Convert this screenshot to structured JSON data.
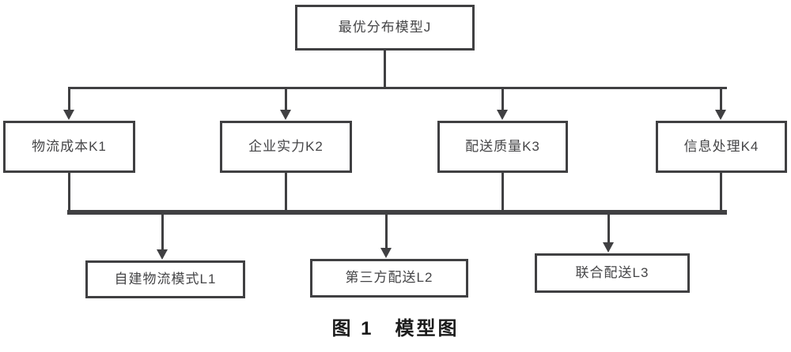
{
  "diagram": {
    "root": {
      "id": "J",
      "label": "最优分布模型J"
    },
    "level2": [
      {
        "id": "K1",
        "label": "物流成本K1"
      },
      {
        "id": "K2",
        "label": "企业实力K2"
      },
      {
        "id": "K3",
        "label": "配送质量K3"
      },
      {
        "id": "K4",
        "label": "信息处理K4"
      }
    ],
    "level3": [
      {
        "id": "L1",
        "label": "自建物流模式L1"
      },
      {
        "id": "L2",
        "label": "第三方配送L2"
      },
      {
        "id": "L3",
        "label": "联合配送L3"
      }
    ],
    "edges": [
      {
        "from": "J",
        "to": "K1"
      },
      {
        "from": "J",
        "to": "K2"
      },
      {
        "from": "J",
        "to": "K3"
      },
      {
        "from": "J",
        "to": "K4"
      },
      {
        "from": "K1,K2,K3,K4",
        "to": "L1"
      },
      {
        "from": "K1,K2,K3,K4",
        "to": "L2"
      },
      {
        "from": "K1,K2,K3,K4",
        "to": "L3"
      }
    ],
    "caption": "图 1　模型图"
  },
  "colors": {
    "line": "#404042",
    "text": "#454547",
    "caption": "#1c1c1c",
    "background": "#ffffff"
  }
}
